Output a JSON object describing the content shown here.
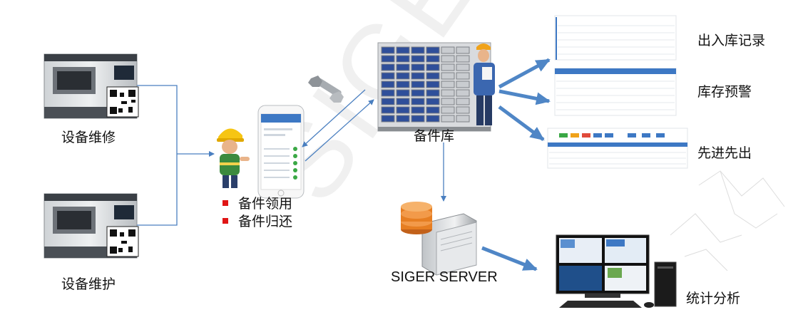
{
  "labels": {
    "repair": "设备维修",
    "maintain": "设备维护",
    "warehouse": "备件库",
    "server": "SIGER SERVER",
    "records": "出入库记录",
    "warning": "库存预警",
    "fifo": "先进先出",
    "analysis": "统计分析"
  },
  "bullets": [
    "备件领用",
    "备件归还"
  ],
  "watermark": "SIGER",
  "colors": {
    "arrow_thin": "#4a7fc0",
    "arrow_thick": "#4f86c6",
    "bullet": "#e01515",
    "cabinet_drawer": "#2f4f9a",
    "server_disk": "#e67e22"
  },
  "icons": [
    "cnc-machine-icon",
    "qr-code-icon",
    "worker-icon",
    "smartphone-icon",
    "bolt-nut-icon",
    "parts-cabinet-icon",
    "server-icon",
    "workstation-icon",
    "report-table-icon"
  ]
}
